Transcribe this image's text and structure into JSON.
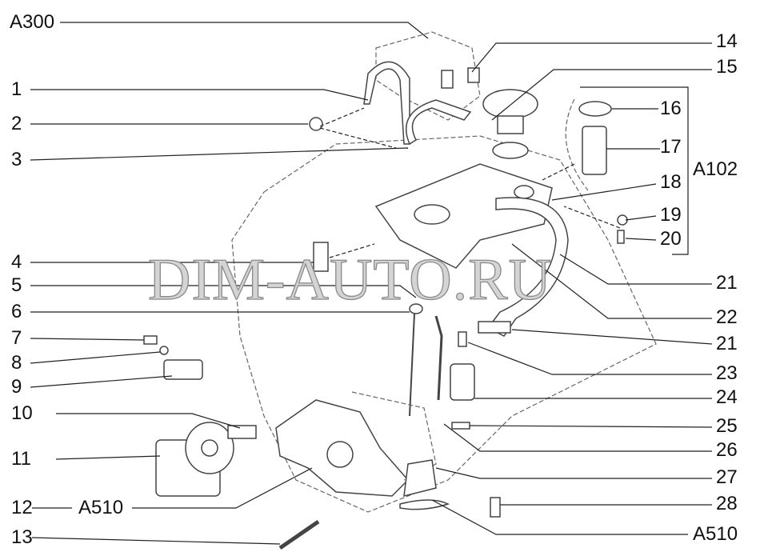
{
  "watermark": "DIM-AUTO.RU",
  "callouts": [
    {
      "id": "a300",
      "text": "A300"
    },
    {
      "id": "p1",
      "text": "1"
    },
    {
      "id": "p2",
      "text": "2"
    },
    {
      "id": "p3",
      "text": "3"
    },
    {
      "id": "p4",
      "text": "4"
    },
    {
      "id": "p5",
      "text": "5"
    },
    {
      "id": "p6",
      "text": "6"
    },
    {
      "id": "p7",
      "text": "7"
    },
    {
      "id": "p8",
      "text": "8"
    },
    {
      "id": "p9",
      "text": "9"
    },
    {
      "id": "p10",
      "text": "10"
    },
    {
      "id": "p11",
      "text": "11"
    },
    {
      "id": "p12",
      "text": "12"
    },
    {
      "id": "a510-left",
      "text": "A510"
    },
    {
      "id": "p13",
      "text": "13"
    },
    {
      "id": "p14",
      "text": "14"
    },
    {
      "id": "p15",
      "text": "15"
    },
    {
      "id": "p16",
      "text": "16"
    },
    {
      "id": "p17",
      "text": "17"
    },
    {
      "id": "a102",
      "text": "A102"
    },
    {
      "id": "p18",
      "text": "18"
    },
    {
      "id": "p19",
      "text": "19"
    },
    {
      "id": "p20",
      "text": "20"
    },
    {
      "id": "p21a",
      "text": "21"
    },
    {
      "id": "p22",
      "text": "22"
    },
    {
      "id": "p21b",
      "text": "21"
    },
    {
      "id": "p23",
      "text": "23"
    },
    {
      "id": "p24",
      "text": "24"
    },
    {
      "id": "p25",
      "text": "25"
    },
    {
      "id": "p26",
      "text": "26"
    },
    {
      "id": "p27",
      "text": "27"
    },
    {
      "id": "p28",
      "text": "28"
    },
    {
      "id": "a510-right",
      "text": "A510"
    }
  ]
}
